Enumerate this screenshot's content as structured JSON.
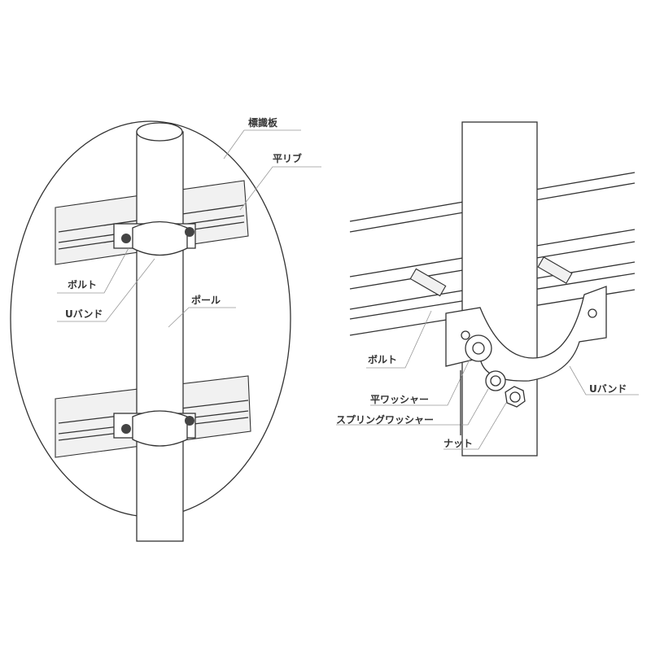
{
  "left_figure": {
    "labels": {
      "sign_board": "標識板",
      "flat_rib": "平リブ",
      "bolt": "ボルト",
      "u_band": "Uバンド",
      "pole": "ポール"
    }
  },
  "right_figure": {
    "labels": {
      "bolt": "ボルト",
      "u_band": "Uバンド",
      "flat_washer": "平ワッシャー",
      "spring_washer": "スプリングワッシャー",
      "nut": "ナット"
    }
  }
}
